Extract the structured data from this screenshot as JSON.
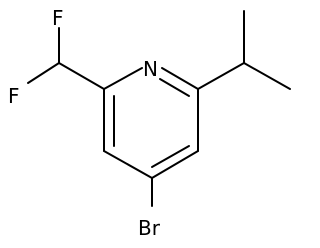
{
  "molecule": {
    "atoms": {
      "fluorine_top": "F",
      "fluorine_left": "F",
      "nitrogen": "N",
      "bromine": "Br"
    }
  },
  "colors": {
    "background": "#ffffff",
    "bond": "#000000",
    "label": "#000000"
  }
}
